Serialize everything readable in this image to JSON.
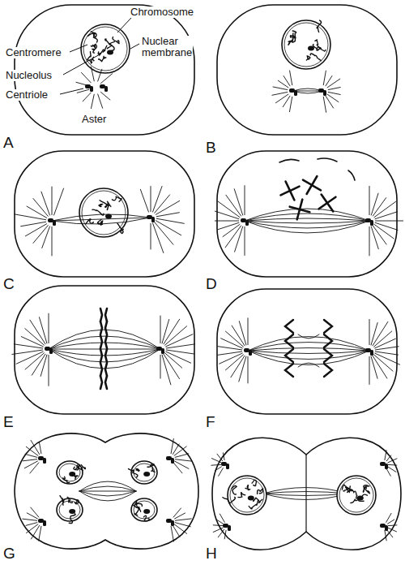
{
  "diagram": {
    "labels": [
      "Centromere",
      "Chromosome",
      "Nucleolus",
      "Nuclear membrane",
      "Centriole",
      "Aster",
      "A",
      "B",
      "C",
      "D",
      "E",
      "F",
      "G",
      "H"
    ]
  }
}
